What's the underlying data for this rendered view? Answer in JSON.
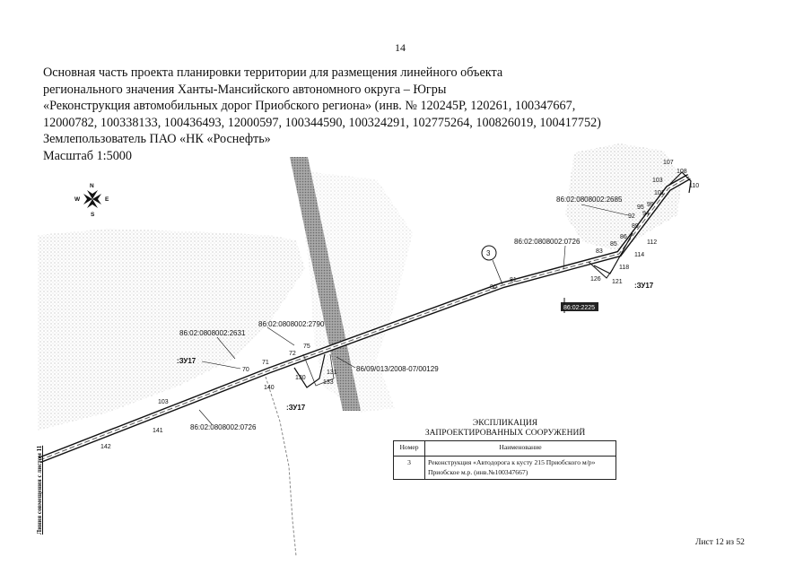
{
  "page_number": "14",
  "header": {
    "line1": "Основная часть проекта планировки территории для размещения линейного объекта",
    "line2": "регионального значения Ханты-Мансийского автономного округа – Югры",
    "line3": "«Реконструкция автомобильных дорог Приобского региона» (инв. № 120245Р, 120261, 100347667,",
    "line4": "12000782, 100338133, 100436493, 12000597, 100344590, 100324291, 102775264, 100826019, 100417752)",
    "line5": "Землепользователь ПАО «НК «Роснефть»",
    "line6": "Масштаб 1:5000"
  },
  "compass": {
    "n": "N",
    "s": "S",
    "w": "W",
    "e": "E"
  },
  "map": {
    "cadastral_2685": "86:02:0808002:2685",
    "cadastral_0726_top": "86:02:0808002:0726",
    "cadastral_2790": "86:02:0808002:2790",
    "cadastral_2631": "86:02:0808002:2631",
    "cadastral_0726_bottom": "86:02:0808002:0726",
    "cadastral_box": "86:02:2225",
    "permit": "86/09/013/2008-07/00129",
    "object_number": "3",
    "zone_label": ":ЗУ17",
    "points": [
      "107",
      "108",
      "110",
      "103",
      "101",
      "99",
      "95",
      "94",
      "92",
      "89",
      "86",
      "112",
      "85",
      "83",
      "114",
      "118",
      "126",
      "121",
      "81",
      "80",
      "75",
      "72",
      "71",
      "70",
      "131",
      "133",
      "130",
      "140",
      "103",
      "141",
      "142"
    ]
  },
  "explication": {
    "title_line1": "ЭКСПЛИКАЦИЯ",
    "title_line2": "ЗАПРОЕКТИРОВАННЫХ СООРУЖЕНИЙ",
    "col_number": "Номер",
    "col_name": "Наименование",
    "row_number": "3",
    "row_name": "Реконструкция «Автодорога к кусту 215 Приобского м/р» Приобское м.р. (инв.№100347667)"
  },
  "sheet_info": "Лист 12 из 52",
  "side_note": "Линия совмещения с листом 11"
}
